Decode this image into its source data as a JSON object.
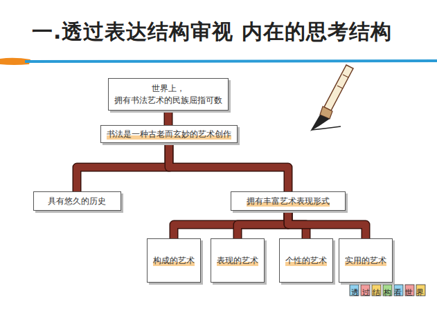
{
  "diagram": {
    "title": "一.透过表达结构审视 内在的思考结构",
    "nodes": [
      {
        "text": [
          "世界上， 拥有书法艺术的民族屈指可数"
        ]
      },
      {
        "text": [
          "书法是一种古老而玄妙的艺术创作"
        ]
      },
      {
        "text": [
          "具有悠久的历史"
        ]
      },
      {
        "text": [
          "拥有丰富艺术表现形式"
        ]
      },
      {
        "text": [
          "构成的艺术"
        ]
      },
      {
        "text": [
          "表现的艺术"
        ]
      },
      {
        "text": [
          "个性的艺术"
        ]
      },
      {
        "text": [
          "实用的艺术"
        ]
      }
    ],
    "edges": [
      {
        "from": 0,
        "to": 1,
        "arrow": "none"
      },
      {
        "from": 1,
        "to": 2,
        "arrow": "none"
      },
      {
        "from": 1,
        "to": 3,
        "arrow": "none"
      },
      {
        "from": 3,
        "to": 4,
        "arrow": "none"
      },
      {
        "from": 3,
        "to": 5,
        "arrow": "none"
      },
      {
        "from": 3,
        "to": 6,
        "arrow": "none"
      },
      {
        "from": 3,
        "to": 7,
        "arrow": "none"
      }
    ],
    "labels": [
      "透过结构看世界"
    ]
  }
}
